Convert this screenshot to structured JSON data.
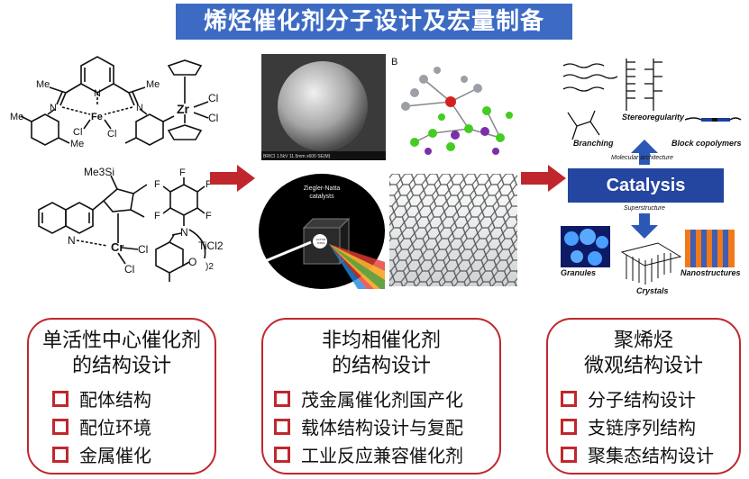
{
  "title": "烯烃催化剂分子设计及宏量制备",
  "left_panel": {
    "structure1": {
      "metal": "Fe",
      "ligands": [
        "Me",
        "Me",
        "Me",
        "Me",
        "N",
        "N",
        "N",
        "Cl",
        "Cl"
      ]
    },
    "structure2": {
      "metal": "Zr",
      "ligands": [
        "Cl",
        "Cl"
      ]
    },
    "structure3": {
      "metal": "Cr",
      "ligands": [
        "Me3Si",
        "N",
        "Cl",
        "Cl"
      ]
    },
    "structure4": {
      "metal": "TiCl2",
      "ligands": [
        "F",
        "F",
        "F",
        "F",
        "F",
        "N",
        "O",
        ")2"
      ]
    }
  },
  "middle_panel": {
    "sem_caption": "BRICI 1.5kV 11.5mm x600 SE(M)",
    "crystal_label": "B",
    "prism_text": "Ziegler-Natta catalysts",
    "cube_text": "ACTIVE SITES"
  },
  "right_panel": {
    "catalysis": "Catalysis",
    "labels": {
      "stereoregularity": "Stereoregularity",
      "branching": "Branching",
      "block_copolymers": "Block copolymers",
      "molecular_architecture": "Molecular architecture",
      "superstructure": "Superstructure",
      "granules": "Granules",
      "nanostructures": "Nanostructures",
      "crystals": "Crystals"
    }
  },
  "boxes": [
    {
      "title": [
        "单活性中心催化剂",
        "的结构设计"
      ],
      "items": [
        "配体结构",
        "配位环境",
        "金属催化"
      ]
    },
    {
      "title": [
        "非均相催化剂",
        "的结构设计"
      ],
      "items": [
        "茂金属催化剂国产化",
        "载体结构设计与复配",
        "工业反应兼容催化剂"
      ]
    },
    {
      "title": [
        "聚烯烃",
        "微观结构设计"
      ],
      "items": [
        "分子结构设计",
        "支链序列结构",
        "聚集态结构设计"
      ]
    }
  ],
  "colors": {
    "banner": "#3d6bc4",
    "accent_red": "#c0272d",
    "catalysis": "#2445a0"
  }
}
